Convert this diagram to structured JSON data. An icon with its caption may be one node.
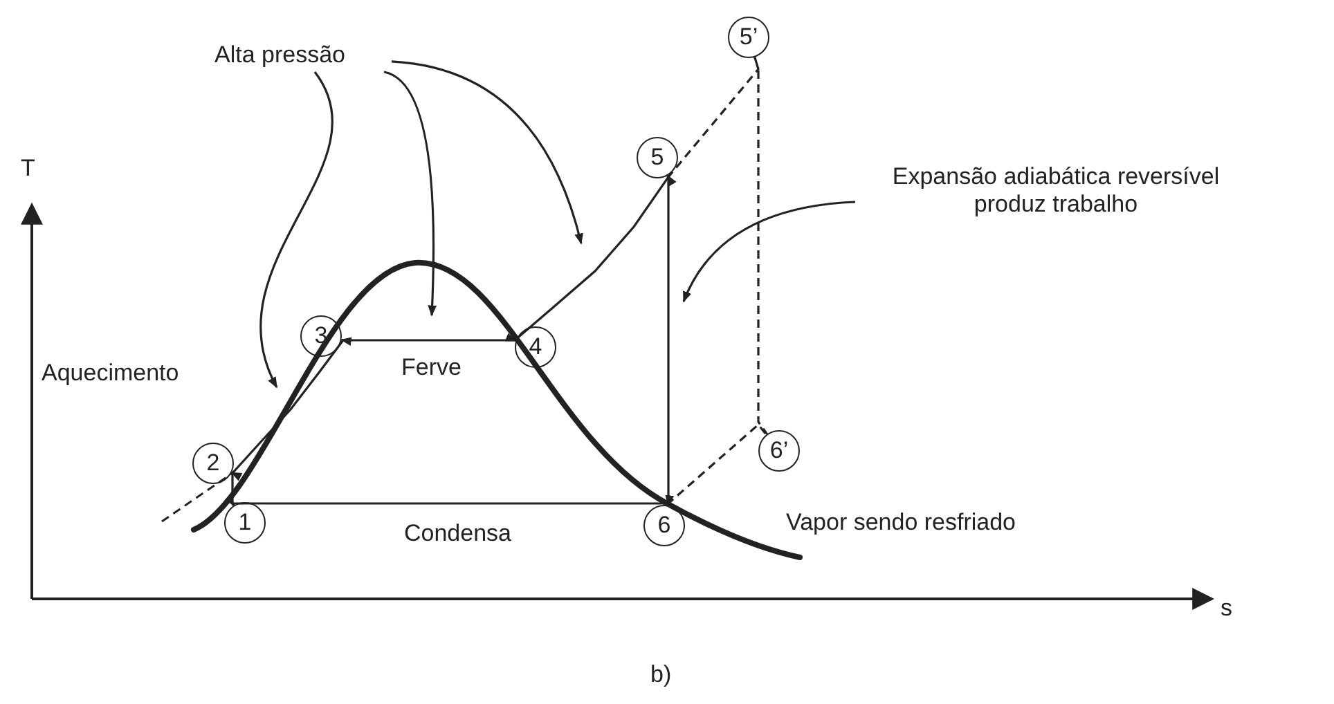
{
  "diagram": {
    "caption": "b)",
    "nodes": [
      {
        "text": [
          "1"
        ]
      },
      {
        "text": [
          "2"
        ]
      },
      {
        "text": [
          "3"
        ]
      },
      {
        "text": [
          "4"
        ]
      },
      {
        "text": [
          "5"
        ]
      },
      {
        "text": [
          "6"
        ]
      },
      {
        "text": [
          "5’"
        ]
      },
      {
        "text": [
          "6’"
        ]
      },
      {
        "text": [
          "Alta pressão"
        ]
      },
      {
        "text": [
          "Expansão adiabática reversível produz trabalho"
        ]
      }
    ],
    "edges": [
      {
        "from": 0,
        "to": 1,
        "arrow": "to"
      },
      {
        "from": 1,
        "to": 2,
        "arrow": "to"
      },
      {
        "from": 2,
        "to": 3,
        "arrow": "to",
        "label": "Ferve"
      },
      {
        "from": 3,
        "to": 4,
        "arrow": "to"
      },
      {
        "from": 4,
        "to": 5,
        "arrow": "to"
      },
      {
        "from": 5,
        "to": 0,
        "arrow": "to",
        "label": "Condensa"
      },
      {
        "from": 6,
        "to": 7,
        "arrow": "none",
        "style": "dashed"
      },
      {
        "from": 4,
        "to": 6,
        "arrow": "none",
        "style": "dashed"
      },
      {
        "from": 5,
        "to": 7,
        "arrow": "none",
        "style": "dashed"
      },
      {
        "from": 8,
        "to": null,
        "arrow": "to"
      },
      {
        "from": 8,
        "to": null,
        "arrow": "to"
      },
      {
        "from": 8,
        "to": null,
        "arrow": "to"
      },
      {
        "from": 9,
        "to": null,
        "arrow": "to"
      }
    ],
    "labels": [
      "T",
      "Aquecimento",
      "Vapor sendo resfriado",
      "s"
    ]
  }
}
